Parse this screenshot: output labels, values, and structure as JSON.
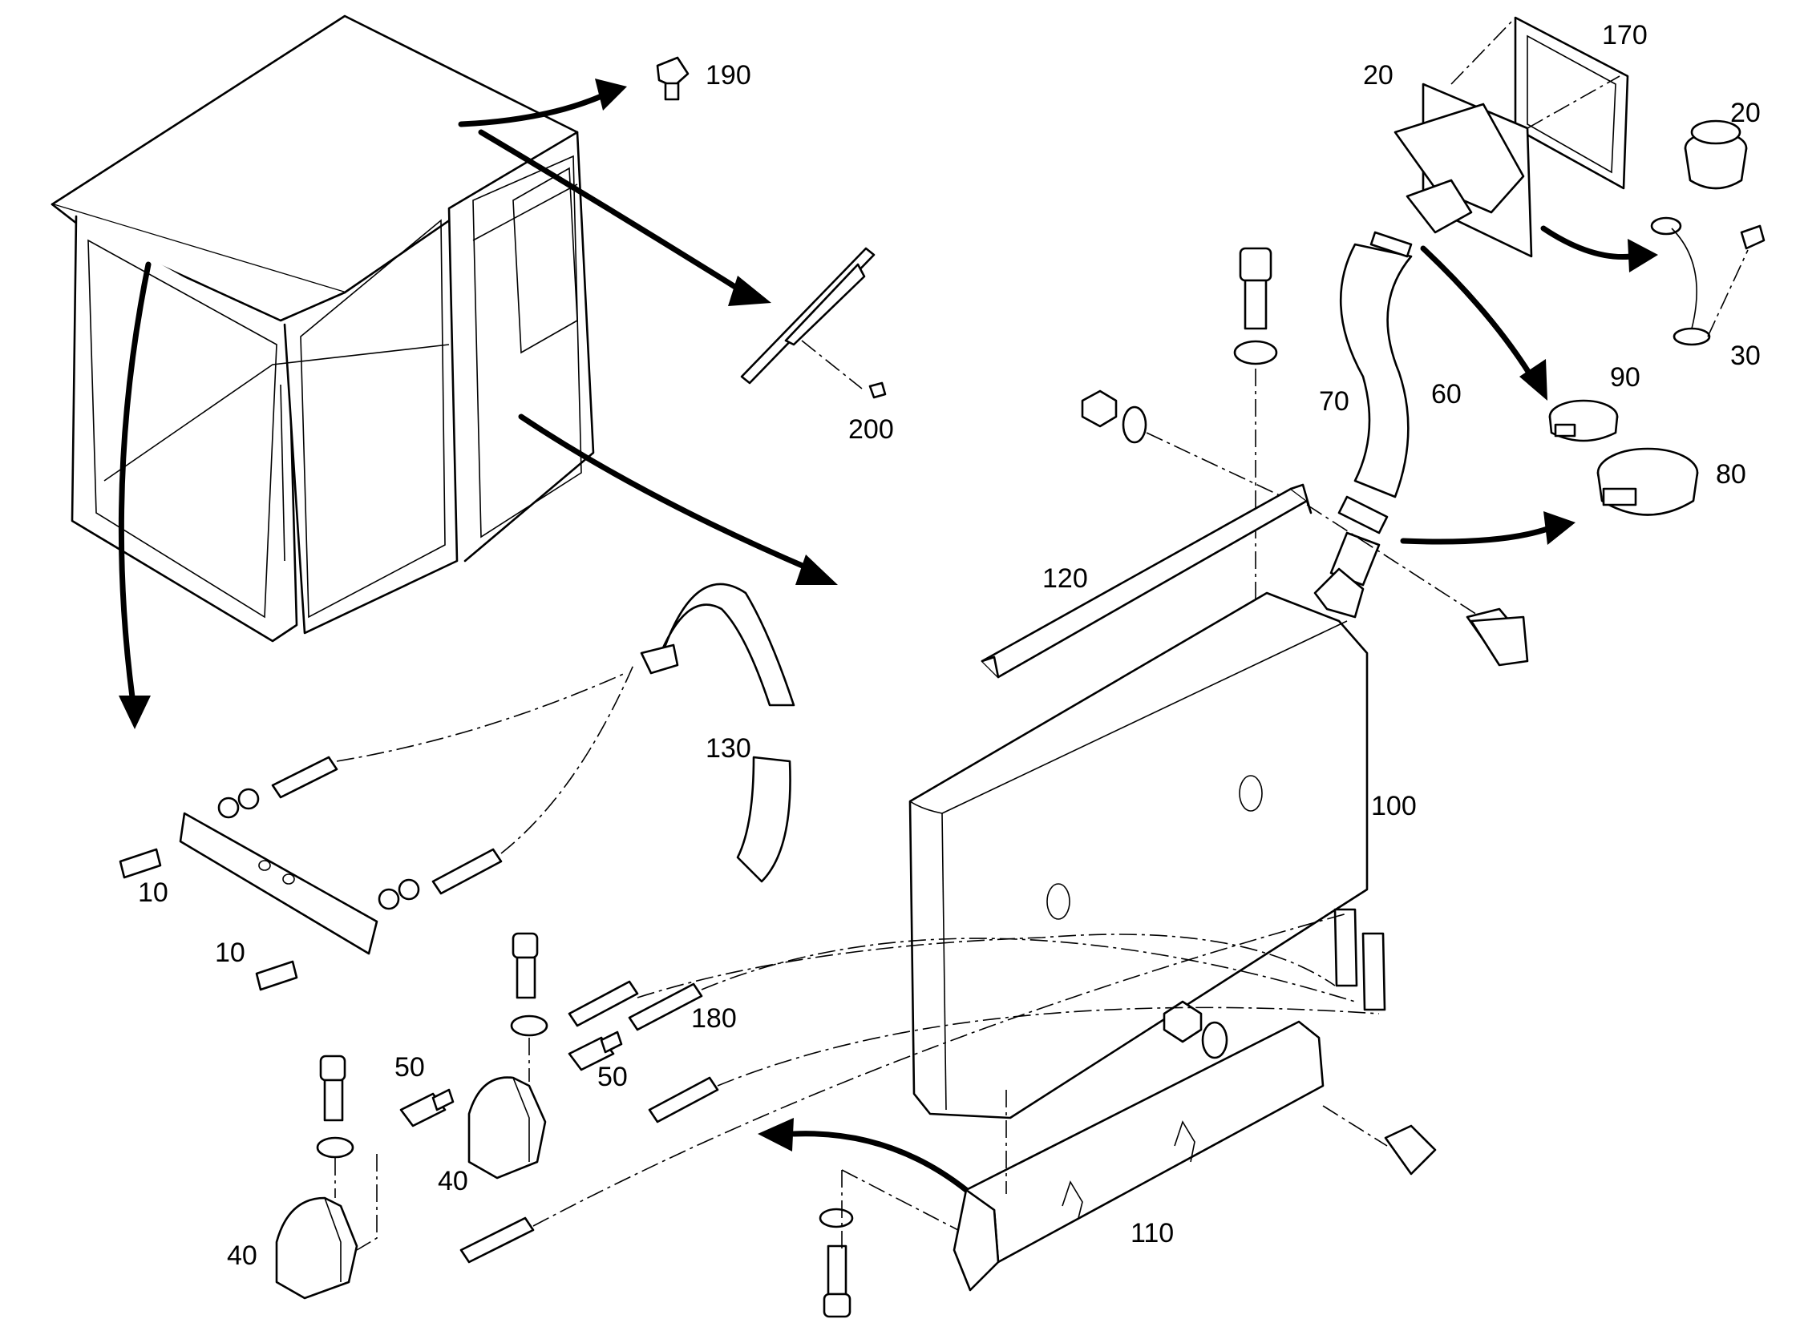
{
  "colors": {
    "line": "#000000",
    "background": "#ffffff"
  },
  "callouts": {
    "c190": "190",
    "c200": "200",
    "c170": "170",
    "c20a": "20",
    "c20b": "20",
    "c30": "30",
    "c90": "90",
    "c80": "80",
    "c70": "70",
    "c60": "60",
    "c120": "120",
    "c130": "130",
    "c100": "100",
    "c10a": "10",
    "c10b": "10",
    "c180": "180",
    "c50a": "50",
    "c50b": "50",
    "c40a": "40",
    "c40b": "40",
    "c110": "110"
  }
}
